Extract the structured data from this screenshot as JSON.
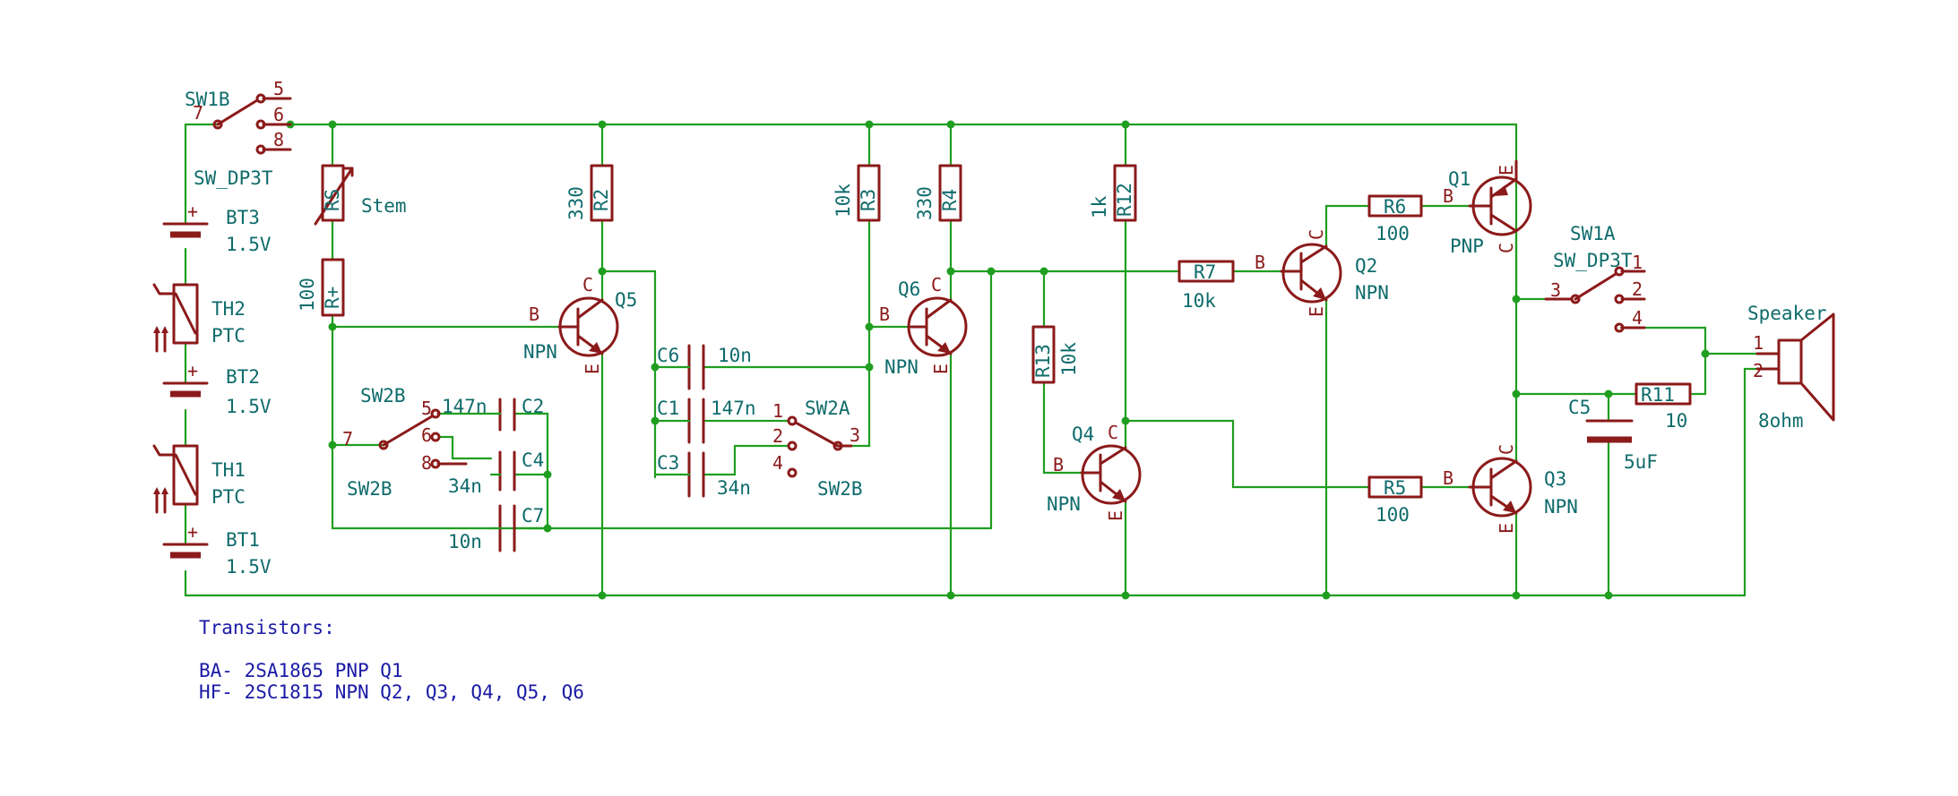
{
  "components": {
    "sw1b": {
      "ref": "SW1B",
      "value": "SW_DP3T",
      "pins": [
        "7",
        "5",
        "6",
        "8"
      ]
    },
    "sw1a": {
      "ref": "SW1A",
      "value": "SW_DP3T",
      "pins": [
        "3",
        "1",
        "2",
        "4"
      ]
    },
    "sw2b_left": {
      "ref": "SW2B",
      "ref2": "SW2B",
      "pins": [
        "7",
        "5",
        "6",
        "8"
      ]
    },
    "sw2a": {
      "ref": "SW2A",
      "ref2": "SW2B",
      "pins": [
        "1",
        "3",
        "2",
        "4"
      ]
    },
    "bt3": {
      "ref": "BT3",
      "value": "1.5V",
      "plus": "+"
    },
    "bt2": {
      "ref": "BT2",
      "value": "1.5V",
      "plus": "+"
    },
    "bt1": {
      "ref": "BT1",
      "value": "1.5V",
      "plus": "+"
    },
    "th2": {
      "ref": "TH2",
      "value": "PTC"
    },
    "th1": {
      "ref": "TH1",
      "value": "PTC"
    },
    "rs": {
      "ref": "RS",
      "value": "Stem"
    },
    "rplus": {
      "ref": "R+",
      "value": "100"
    },
    "r2": {
      "ref": "R2",
      "value": "330"
    },
    "r3": {
      "ref": "R3",
      "value": "10k"
    },
    "r4": {
      "ref": "R4",
      "value": "330"
    },
    "r12": {
      "ref": "R12",
      "value": "1k"
    },
    "r13": {
      "ref": "R13",
      "value": "10k"
    },
    "r7": {
      "ref": "R7",
      "value": "10k"
    },
    "r6": {
      "ref": "R6",
      "value": "100"
    },
    "r5": {
      "ref": "R5",
      "value": "100"
    },
    "r11": {
      "ref": "R11",
      "value": "10"
    },
    "c2": {
      "ref": "C2",
      "value": "147n"
    },
    "c4": {
      "ref": "C4",
      "value": "34n"
    },
    "c7": {
      "ref": "C7",
      "value": "10n"
    },
    "c6": {
      "ref": "C6",
      "value": "10n"
    },
    "c1": {
      "ref": "C1",
      "value": "147n"
    },
    "c3": {
      "ref": "C3",
      "value": "34n"
    },
    "c5": {
      "ref": "C5",
      "value": "5uF"
    },
    "q1": {
      "ref": "Q1",
      "type": "PNP",
      "b": "B",
      "c": "C",
      "e": "E"
    },
    "q2": {
      "ref": "Q2",
      "type": "NPN",
      "b": "B",
      "c": "C",
      "e": "E"
    },
    "q3": {
      "ref": "Q3",
      "type": "NPN",
      "b": "B",
      "c": "C",
      "e": "E"
    },
    "q4": {
      "ref": "Q4",
      "type": "NPN",
      "b": "B",
      "c": "C",
      "e": "E"
    },
    "q5": {
      "ref": "Q5",
      "type": "NPN",
      "b": "B",
      "c": "C",
      "e": "E"
    },
    "q6": {
      "ref": "Q6",
      "type": "NPN",
      "b": "B",
      "c": "C",
      "e": "E"
    },
    "speaker": {
      "ref": "Speaker",
      "value": "8ohm",
      "pins": [
        "1",
        "2"
      ]
    }
  },
  "notes": {
    "title": "Transistors:",
    "line1": "BA- 2SA1865 PNP Q1",
    "line2": "HF- 2SC1815 NPN Q2, Q3, Q4, Q5, Q6"
  },
  "colors": {
    "wire": "#1f9e1f",
    "component": "#8b1a1a",
    "label": "#0f6b6b",
    "note": "#1a1aa6"
  }
}
